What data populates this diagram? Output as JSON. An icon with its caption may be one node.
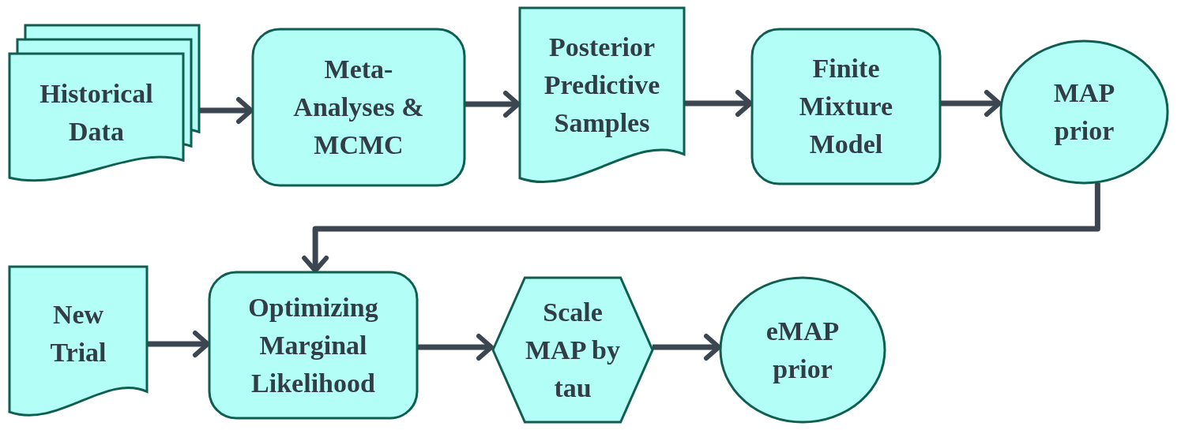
{
  "diagram": {
    "nodes": [
      {
        "text": [
          "Historical Data"
        ]
      },
      {
        "text": [
          "Meta- Analyses & MCMC"
        ]
      },
      {
        "text": [
          "Posterior Predictive Samples"
        ]
      },
      {
        "text": [
          "Finite Mixture Model"
        ]
      },
      {
        "text": [
          "MAP prior"
        ]
      },
      {
        "text": [
          "New Trial"
        ]
      },
      {
        "text": [
          "Optimizing Marginal Likelihood"
        ]
      },
      {
        "text": [
          "Scale MAP by tau"
        ]
      },
      {
        "text": [
          "eMAP prior"
        ]
      }
    ],
    "edges": [
      {
        "from": 0,
        "to": 1,
        "arrow": "to"
      },
      {
        "from": 1,
        "to": 2,
        "arrow": "to"
      },
      {
        "from": 2,
        "to": 3,
        "arrow": "to"
      },
      {
        "from": 3,
        "to": 4,
        "arrow": "to"
      },
      {
        "from": 4,
        "to": 6,
        "arrow": "to"
      },
      {
        "from": 5,
        "to": 6,
        "arrow": "to"
      },
      {
        "from": 6,
        "to": 7,
        "arrow": "to"
      },
      {
        "from": 7,
        "to": 8,
        "arrow": "to"
      }
    ]
  }
}
